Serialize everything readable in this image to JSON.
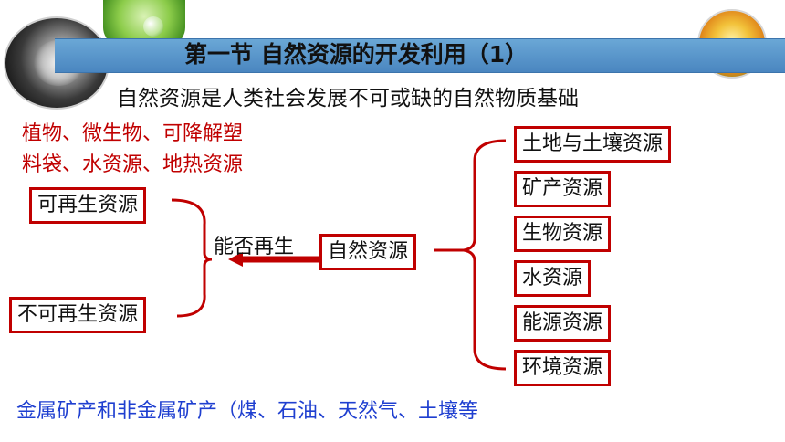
{
  "title": "第一节  自然资源的开发利用（1）",
  "subtitle": "自然资源是人类社会发展不可或缺的自然物质基础",
  "notes": {
    "renewable_examples_line1": "植物、微生物、可降解塑",
    "renewable_examples_line2": "料袋、水资源、地热资源",
    "mineral_note": "金属矿产和非金属矿产（煤、石油、天然气、土壤等"
  },
  "diagram": {
    "center": "自然资源",
    "question": "能否再生",
    "left_categories": [
      "可再生资源",
      "不可再生资源"
    ],
    "right_categories": [
      "土地与土壤资源",
      "矿产资源",
      "生物资源",
      "水资源",
      "能源资源",
      "环境资源"
    ]
  },
  "colors": {
    "title_bar": "#4a86c0",
    "box_border": "#c00000",
    "red_text": "#c00000",
    "blue_text": "#1f3fd0"
  }
}
